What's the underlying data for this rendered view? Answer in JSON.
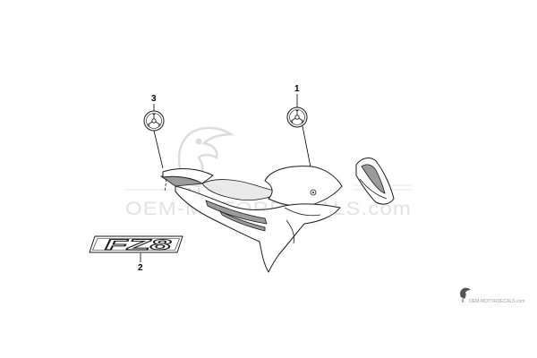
{
  "watermark": {
    "main_text": "OEM-MOTORDECALS.com",
    "corner_text": "OEM-MOTORDECALS.com"
  },
  "callouts": [
    {
      "id": "1",
      "label": "1"
    },
    {
      "id": "2",
      "label": "2"
    },
    {
      "id": "3",
      "label": "3"
    }
  ],
  "parts": {
    "model_decal_text": "FZ8"
  },
  "colors": {
    "line": "#1a1a1a",
    "shade": "#e9e9e9",
    "watermark": "#e2e2e2"
  }
}
